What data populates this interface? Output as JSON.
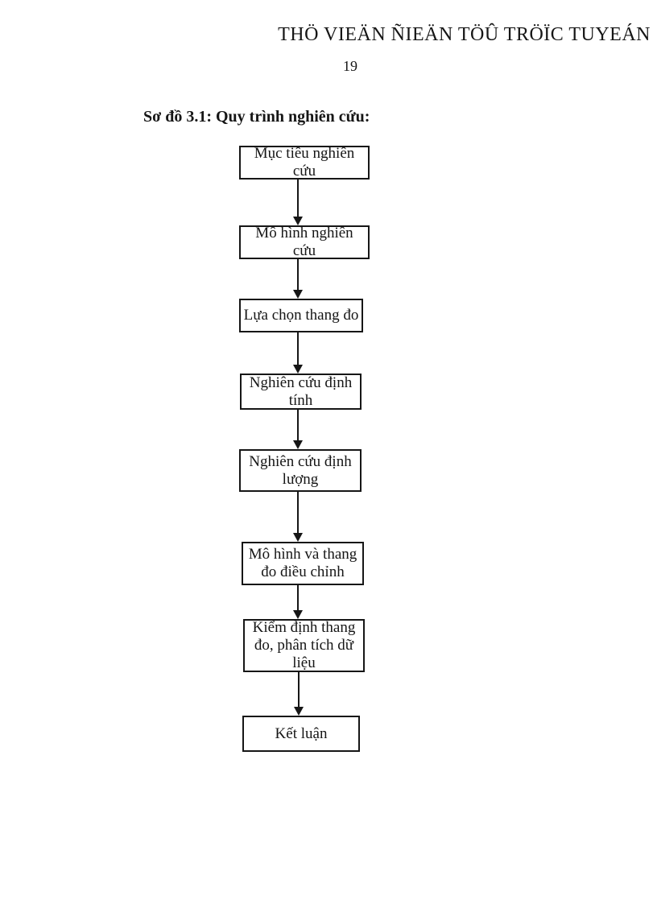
{
  "page": {
    "watermark": "THÖ VIEÄN ÑIEÄN TÖÛ TRÖÏC TUYEÁN",
    "page_number": "19",
    "caption": "Sơ đồ 3.1: Quy trình nghiên cứu:"
  },
  "flowchart": {
    "direction": "top-down",
    "connector_style": "solid-arrow-down",
    "colors": {
      "border": "#161616",
      "text": "#161616",
      "background": "#ffffff"
    },
    "steps": [
      {
        "label": "Mục tiêu nghiên cứu"
      },
      {
        "label": "Mô hình nghiên cứu"
      },
      {
        "label": "Lựa chọn thang đo"
      },
      {
        "label": "Nghiên cứu định\ntính"
      },
      {
        "label": "Nghiên cứu định\nlượng"
      },
      {
        "label": "Mô hình và thang\nđo điều chỉnh"
      },
      {
        "label": "Kiểm định thang\nđo, phân tích dữ\nliệu"
      },
      {
        "label": "Kết luận"
      }
    ]
  }
}
